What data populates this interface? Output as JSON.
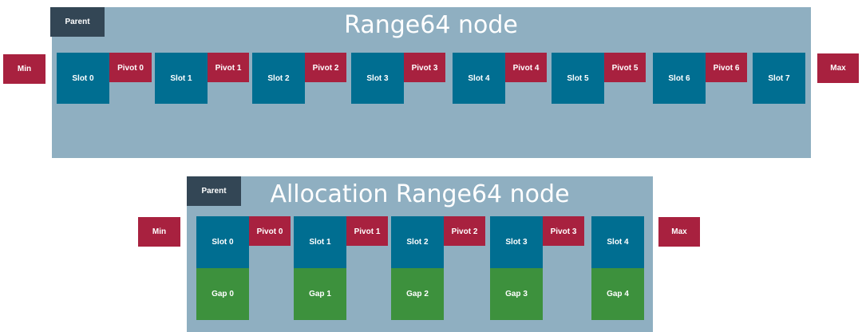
{
  "colors": {
    "panel": "#8fafc1",
    "parent": "#334655",
    "slot": "#006e91",
    "pivot": "#a8213f",
    "gap": "#3d913d",
    "title_text": "#ffffff"
  },
  "range64": {
    "title": "Range64 node",
    "parent_label": "Parent",
    "min_label": "Min",
    "max_label": "Max",
    "slots": [
      "Slot 0",
      "Slot 1",
      "Slot 2",
      "Slot 3",
      "Slot 4",
      "Slot 5",
      "Slot 6",
      "Slot 7"
    ],
    "pivots": [
      "Pivot 0",
      "Pivot 1",
      "Pivot 2",
      "Pivot 3",
      "Pivot 4",
      "Pivot 5",
      "Pivot 6"
    ]
  },
  "allocation": {
    "title": "Allocation Range64 node",
    "parent_label": "Parent",
    "min_label": "Min",
    "max_label": "Max",
    "slots": [
      "Slot 0",
      "Slot 1",
      "Slot 2",
      "Slot 3",
      "Slot 4"
    ],
    "pivots": [
      "Pivot 0",
      "Pivot 1",
      "Pivot 2",
      "Pivot 3"
    ],
    "gaps": [
      "Gap 0",
      "Gap 1",
      "Gap 2",
      "Gap 3",
      "Gap 4"
    ]
  }
}
